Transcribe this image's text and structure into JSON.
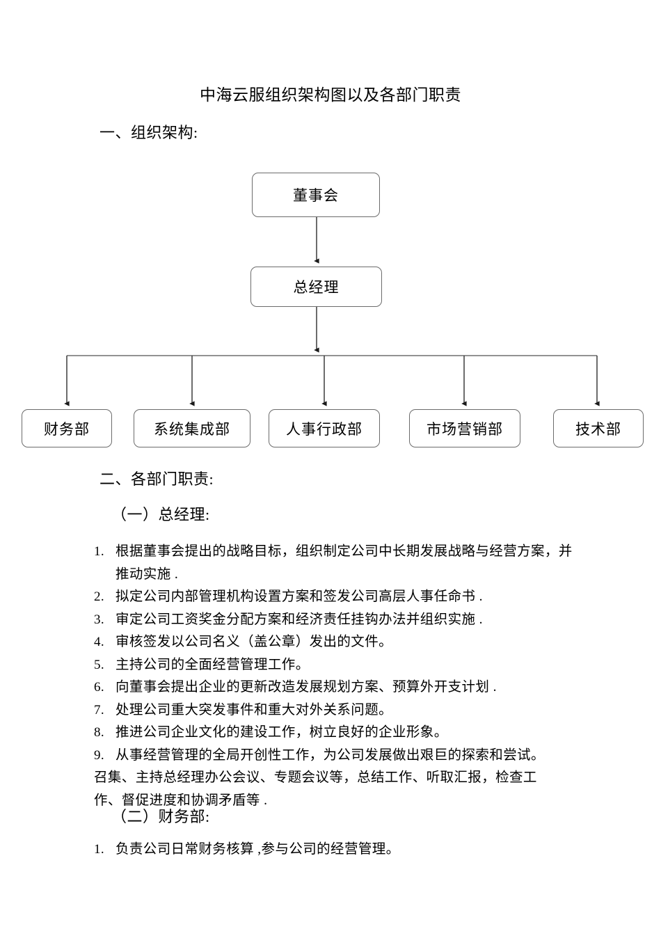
{
  "document": {
    "title": "中海云服组织架构图以及各部门职责"
  },
  "sections": {
    "org_structure_heading": "一、组织架构:",
    "duties_heading": "二、各部门职责:",
    "gm_subheading": "（一）总经理:",
    "finance_subheading": "（二）财务部:"
  },
  "org_chart": {
    "type": "org-hierarchy",
    "root": "董事会",
    "second_level": "总经理",
    "departments": [
      "财务部",
      "系统集成部",
      "人事行政部",
      "市场营销部",
      "技术部"
    ],
    "line_color": "#595959",
    "box_border_color": "#6b6b6b",
    "box_fill": "#ffffff"
  },
  "gm_duties": {
    "items": [
      {
        "num": "1.",
        "text": "根据董事会提出的战略目标，组织制定公司中长期发展战略与经营方案，并推动实施 ."
      },
      {
        "num": "2.",
        "text": "拟定公司内部管理机构设置方案和签发公司高层人事任命书     ."
      },
      {
        "num": "3.",
        "text": "审定公司工资奖金分配方案和经济责任挂钩办法并组织实施     ."
      },
      {
        "num": "4.",
        "text": "审核签发以公司名义（盖公章）发出的文件。"
      },
      {
        "num": "5.",
        "text": "主持公司的全面经营管理工作。"
      },
      {
        "num": "6.",
        "text": "向董事会提出企业的更新改造发展规划方案、预算外开支计划     ."
      },
      {
        "num": "7.",
        "text": "处理公司重大突发事件和重大对外关系问题。"
      },
      {
        "num": "8.",
        "text": "推进公司企业文化的建设工作，树立良好的企业形象。"
      },
      {
        "num": "9.",
        "text": "从事经营管理的全局开创性工作，为公司发展做出艰巨的探索和尝试。"
      }
    ],
    "trailing_paragraph": "召集、主持总经理办公会议、专题会议等，总结工作、听取汇报，检查工作、督促进度和协调矛盾等 ."
  },
  "finance_duties": {
    "items": [
      {
        "num": "1.",
        "text": "负责公司日常财务核算  ,参与公司的经营管理。"
      }
    ]
  }
}
